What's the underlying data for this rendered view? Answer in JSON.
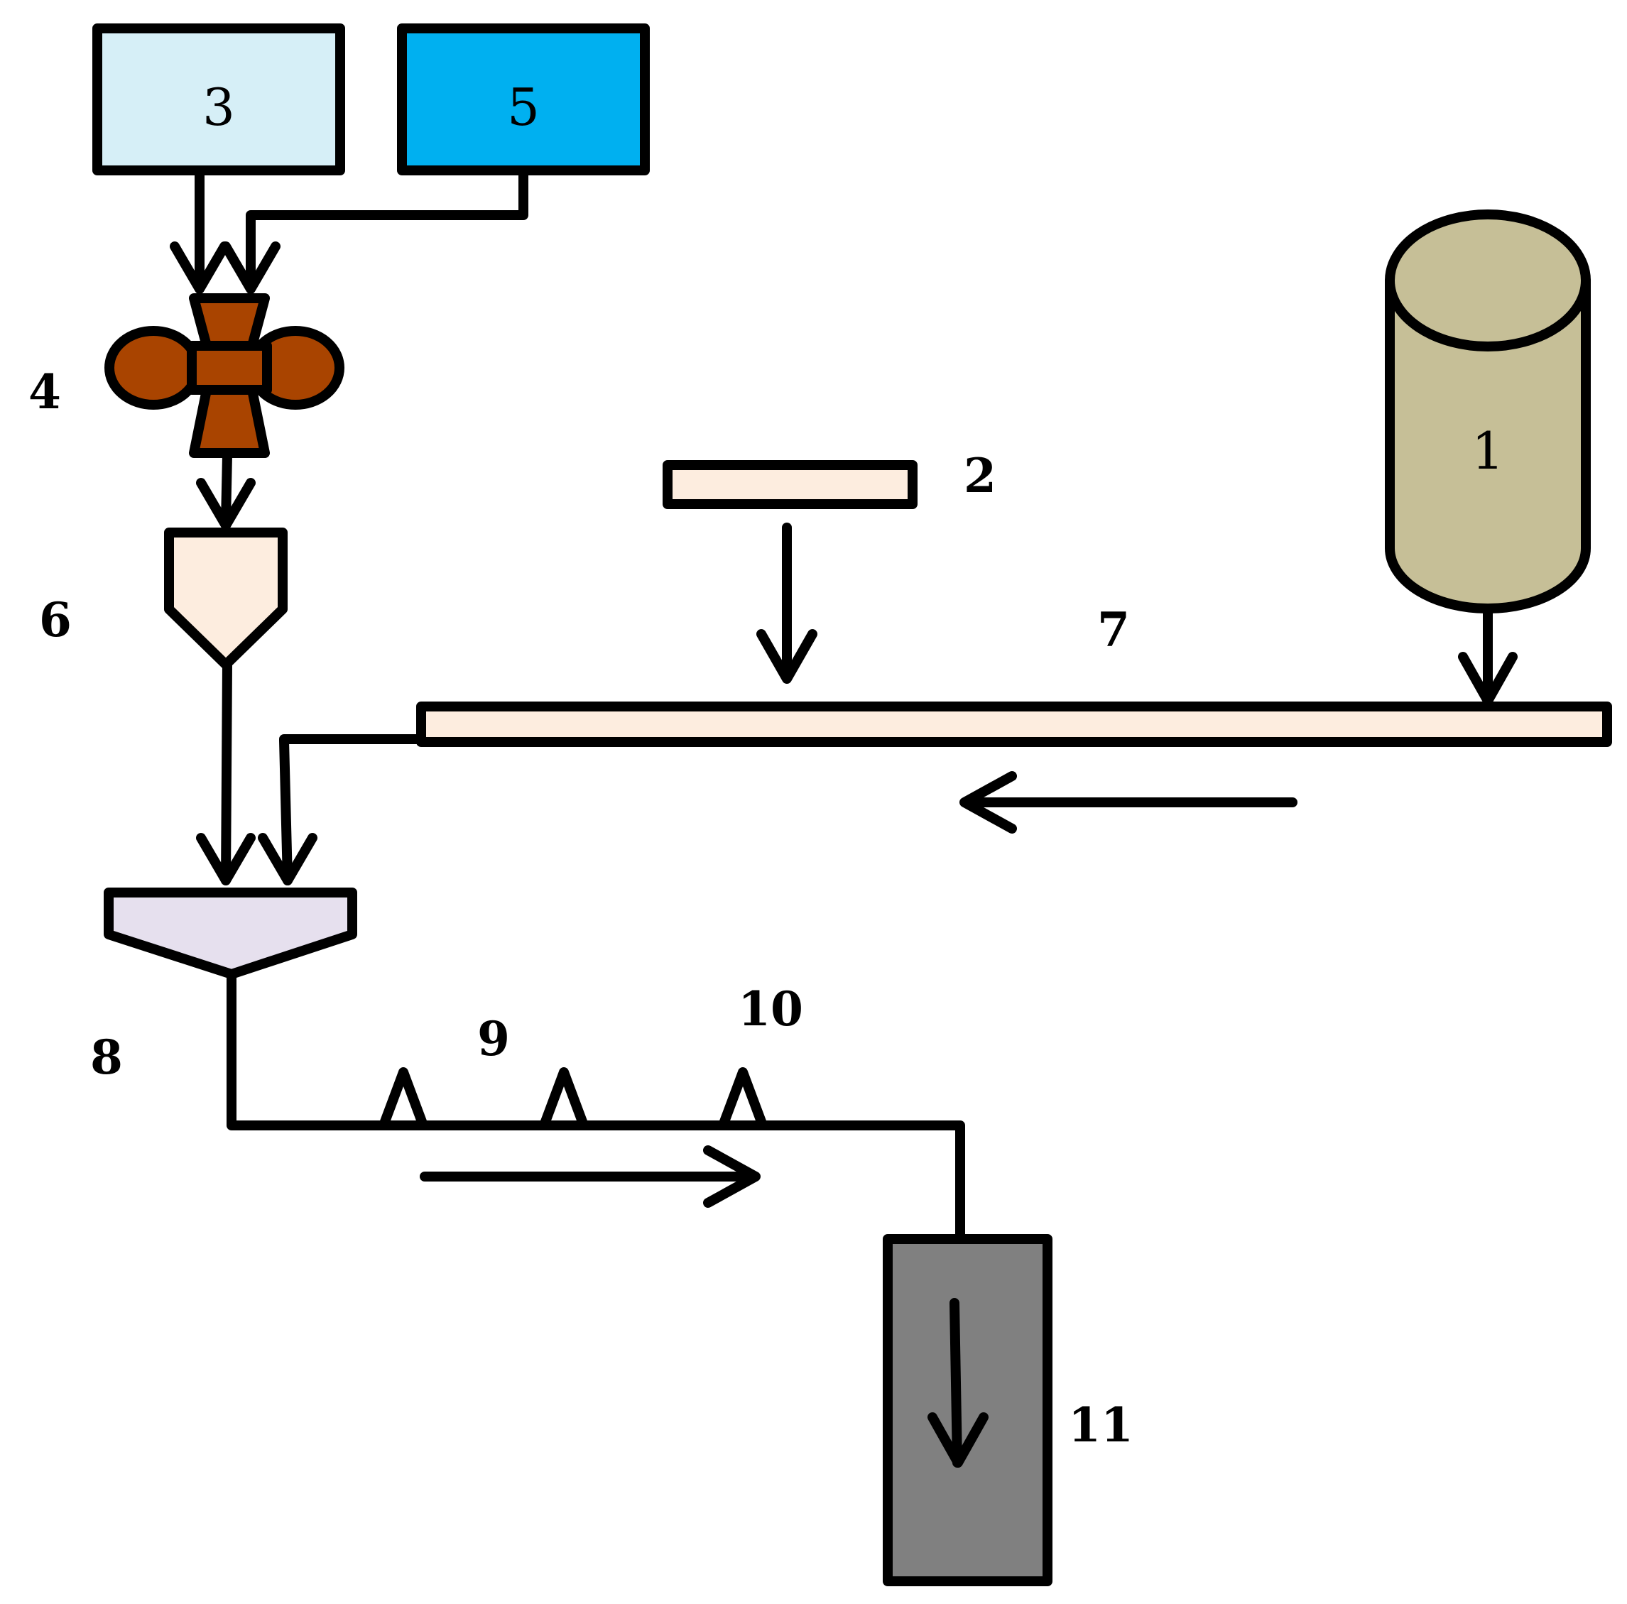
{
  "colors": {
    "box_3": "#d6eff7",
    "box_5": "#00b0f0",
    "mill_4": "#a94400",
    "hopper_6": "#fdeddf",
    "feeder_2": "#fdeddf",
    "conveyor_7": "#fdeddf",
    "tank_1": "#c6bf97",
    "hopper_8": "#e6e0ee",
    "kiln_11": "#808080",
    "line": "#000000"
  },
  "components": {
    "tank": {
      "label": "1"
    },
    "feeder": {
      "label": "2"
    },
    "box_left": {
      "label": "3"
    },
    "mill": {
      "label": "4"
    },
    "box_right": {
      "label": "5"
    },
    "hopper_small": {
      "label": "6"
    },
    "conveyor": {
      "label": "7"
    },
    "mixing_hopper": {
      "label": "8"
    },
    "nozzle_group": {
      "label": "9"
    },
    "nozzle_last": {
      "label": "10"
    },
    "container": {
      "label": "11"
    }
  }
}
